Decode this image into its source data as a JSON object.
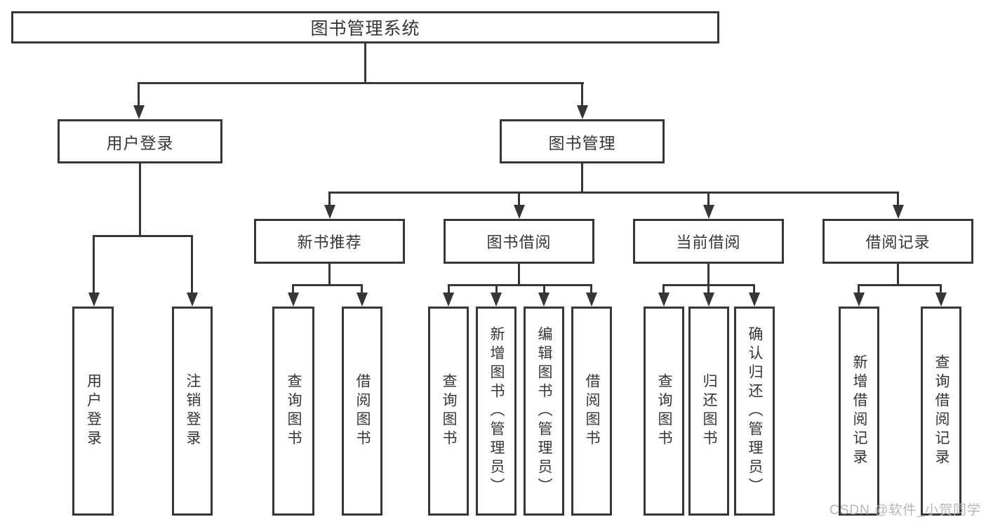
{
  "diagram": {
    "root": {
      "label": "图书管理系统"
    },
    "level2": [
      {
        "label": "用户登录"
      },
      {
        "label": "图书管理"
      }
    ],
    "level3": [
      {
        "label": "新书推荐"
      },
      {
        "label": "图书借阅"
      },
      {
        "label": "当前借阅"
      },
      {
        "label": "借阅记录"
      }
    ],
    "leaves": {
      "login": [
        {
          "label": "用户登录"
        },
        {
          "label": "注销登录"
        }
      ],
      "recommend": [
        {
          "label": "查询图书"
        },
        {
          "label": "借阅图书"
        }
      ],
      "borrow": [
        {
          "label": "查询图书"
        },
        {
          "label": "新增图书（管理员）"
        },
        {
          "label": "编辑图书（管理员）"
        },
        {
          "label": "借阅图书"
        }
      ],
      "current": [
        {
          "label": "查询图书"
        },
        {
          "label": "归还图书"
        },
        {
          "label": "确认归还（管理员）"
        }
      ],
      "records": [
        {
          "label": "新增借阅记录"
        },
        {
          "label": "查询借阅记录"
        }
      ]
    },
    "colors": {
      "line": "#363636",
      "text": "#363636",
      "background": "#ffffff",
      "watermark": "#b4b7bc"
    }
  },
  "watermark": {
    "label": "CSDN @软件_小贺同学"
  }
}
